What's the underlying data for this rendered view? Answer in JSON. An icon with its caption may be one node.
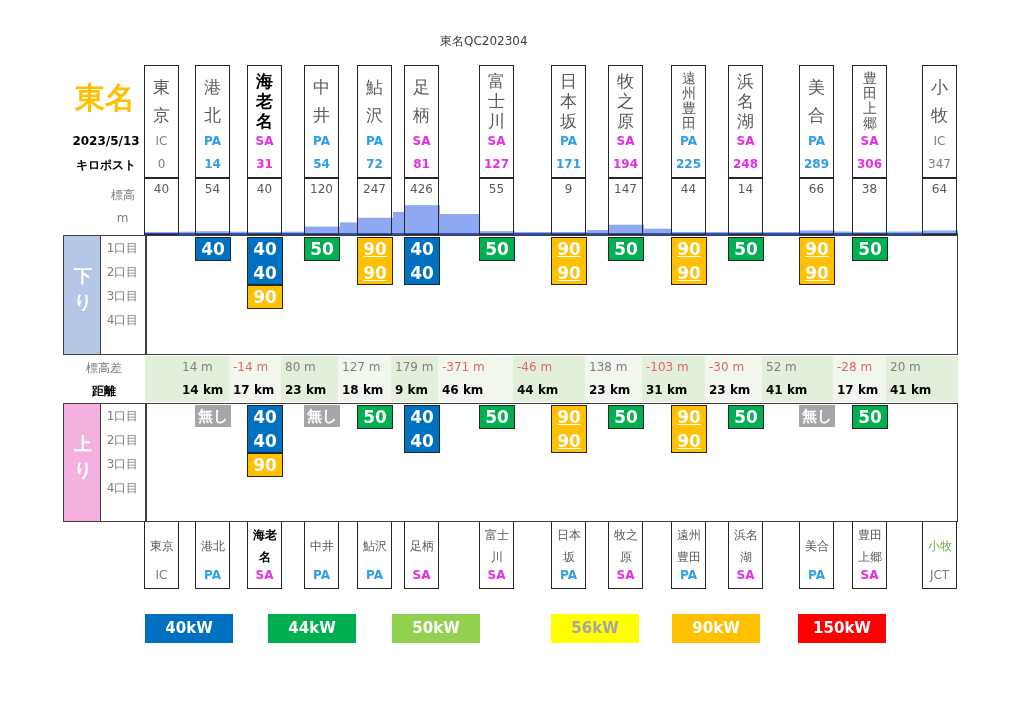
{
  "diagram": {
    "title": "東名",
    "nodes": [
      {
        "text": [
          "東京",
          "IC",
          "0",
          "40"
        ]
      },
      {
        "text": [
          "港北",
          "PA",
          "14",
          "54"
        ]
      },
      {
        "text": [
          "海老名",
          "SA",
          "31",
          "40"
        ]
      },
      {
        "text": [
          "中井",
          "PA",
          "54",
          "120"
        ]
      },
      {
        "text": [
          "鮎沢",
          "PA",
          "72",
          "247"
        ]
      },
      {
        "text": [
          "足柄",
          "SA",
          "81",
          "426"
        ]
      },
      {
        "text": [
          "富士川",
          "SA",
          "127",
          "55"
        ]
      },
      {
        "text": [
          "日本坂",
          "PA",
          "171",
          "9"
        ]
      },
      {
        "text": [
          "牧之原",
          "SA",
          "194",
          "147"
        ]
      },
      {
        "text": [
          "遠州豊田",
          "PA",
          "225",
          "44"
        ]
      },
      {
        "text": [
          "浜名湖",
          "SA",
          "248",
          "14"
        ]
      },
      {
        "text": [
          "美合",
          "PA",
          "289",
          "66"
        ]
      },
      {
        "text": [
          "豊田上郷",
          "SA",
          "306",
          "38"
        ]
      },
      {
        "text": [
          "小牧",
          "IC",
          "347",
          "64"
        ]
      },
      {
        "text": [
          "40"
        ]
      },
      {
        "text": [
          "40",
          "40"
        ]
      },
      {
        "text": [
          "90"
        ]
      },
      {
        "text": [
          "50"
        ]
      },
      {
        "text": [
          "90",
          "90"
        ]
      },
      {
        "text": [
          "40",
          "40"
        ]
      },
      {
        "text": [
          "50"
        ]
      },
      {
        "text": [
          "90",
          "90"
        ]
      },
      {
        "text": [
          "50"
        ]
      },
      {
        "text": [
          "90",
          "90"
        ]
      },
      {
        "text": [
          "50"
        ]
      },
      {
        "text": [
          "90",
          "90"
        ]
      },
      {
        "text": [
          "50"
        ]
      },
      {
        "text": [
          "無し"
        ]
      },
      {
        "text": [
          "40",
          "40"
        ]
      },
      {
        "text": [
          "90"
        ]
      },
      {
        "text": [
          "無し"
        ]
      },
      {
        "text": [
          "50"
        ]
      },
      {
        "text": [
          "40",
          "40"
        ]
      },
      {
        "text": [
          "50"
        ]
      },
      {
        "text": [
          "90",
          "90"
        ]
      },
      {
        "text": [
          "50"
        ]
      },
      {
        "text": [
          "90",
          "90"
        ]
      },
      {
        "text": [
          "50"
        ]
      },
      {
        "text": [
          "無し"
        ]
      },
      {
        "text": [
          "50"
        ]
      },
      {
        "text": [
          "東京",
          "IC"
        ]
      },
      {
        "text": [
          "港北",
          "PA"
        ]
      },
      {
        "text": [
          "海老名",
          "SA"
        ]
      },
      {
        "text": [
          "中井",
          "PA"
        ]
      },
      {
        "text": [
          "鮎沢",
          "PA"
        ]
      },
      {
        "text": [
          "足柄",
          "SA"
        ]
      },
      {
        "text": [
          "富士川",
          "SA"
        ]
      },
      {
        "text": [
          "日本坂",
          "PA"
        ]
      },
      {
        "text": [
          "牧之原",
          "SA"
        ]
      },
      {
        "text": [
          "遠州豊田",
          "PA"
        ]
      },
      {
        "text": [
          "浜名湖",
          "SA"
        ]
      },
      {
        "text": [
          "美合",
          "PA"
        ]
      },
      {
        "text": [
          "豊田上郷",
          "SA"
        ]
      },
      {
        "text": [
          "小牧",
          "JCT"
        ]
      }
    ],
    "labels": [
      "東名QC202304",
      "2023/5/13",
      "キロポスト",
      "標高",
      "m",
      "下り",
      "1口目",
      "2口目",
      "3口目",
      "4口目",
      "上り",
      "1口目",
      "2口目",
      "3口目",
      "4口目",
      "標高差",
      "距離",
      "14 m",
      "-14 m",
      "80 m",
      "127 m",
      "179 m",
      "-371 m",
      "-46 m",
      "138 m",
      "-103 m",
      "-30 m",
      "52 m",
      "-28 m",
      "20 m",
      "14 km",
      "17 km",
      "23 km",
      "18 km",
      "9 km",
      "46 km",
      "44 km",
      "23 km",
      "31 km",
      "23 km",
      "41 km",
      "17 km",
      "41 km"
    ],
    "legend": [
      {
        "text": "40kW",
        "color": "#0070c0"
      },
      {
        "text": "44kW",
        "color": "#00b050"
      },
      {
        "text": "50kW",
        "color": "#92d050"
      },
      {
        "text": "56kW",
        "color": "#ffff00"
      },
      {
        "text": "90kW",
        "color": "#ffc000"
      },
      {
        "text": "150kW",
        "color": "#ff0000"
      }
    ]
  }
}
